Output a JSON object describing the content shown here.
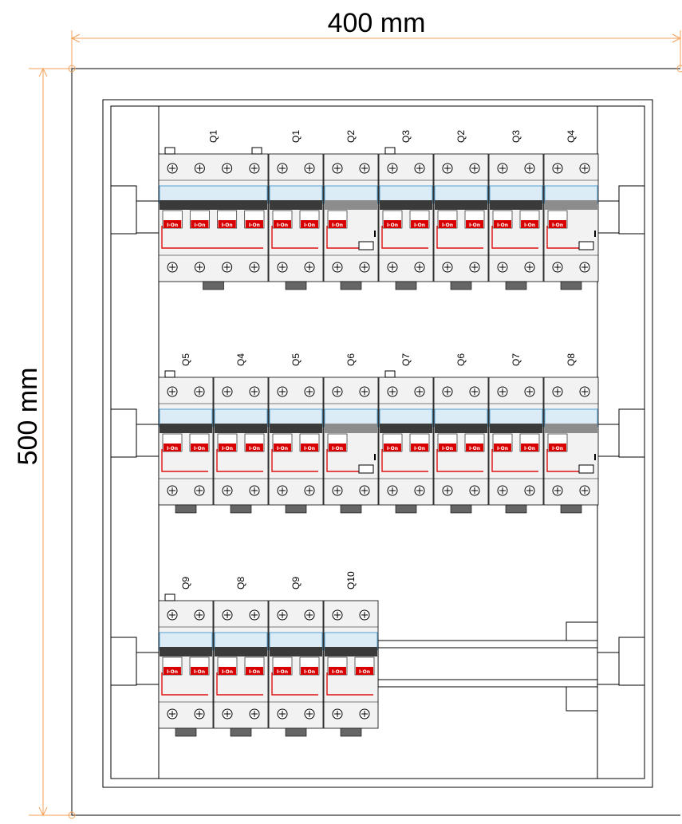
{
  "dimensions": {
    "width_label": "400 mm",
    "height_label": "500 mm"
  },
  "colors": {
    "dimension_line": "#f5a25a",
    "outline": "#000000",
    "breaker_body": "#f2f2f2",
    "breaker_dark": "#3a3a3a",
    "label_strip": "#dcecf6",
    "accent_blue": "#2f8fc8",
    "accent_red": "#e01010",
    "handle_red": "#d80000"
  },
  "breaker_text": "I-On",
  "rows": [
    {
      "modules": [
        {
          "label": "Q1",
          "type": "rcd",
          "poles": 4
        },
        {
          "label": "Q1",
          "type": "mcb2"
        },
        {
          "label": "Q2",
          "type": "rcbo"
        },
        {
          "label": "Q3",
          "type": "rcd",
          "poles": 2
        },
        {
          "label": "Q2",
          "type": "mcb2"
        },
        {
          "label": "Q3",
          "type": "mcb2"
        },
        {
          "label": "Q4",
          "type": "rcbo"
        }
      ]
    },
    {
      "modules": [
        {
          "label": "Q5",
          "type": "rcd",
          "poles": 2
        },
        {
          "label": "Q4",
          "type": "mcb2"
        },
        {
          "label": "Q5",
          "type": "mcb2"
        },
        {
          "label": "Q6",
          "type": "rcbo"
        },
        {
          "label": "Q7",
          "type": "rcd",
          "poles": 2
        },
        {
          "label": "Q6",
          "type": "mcb2"
        },
        {
          "label": "Q7",
          "type": "mcb2"
        },
        {
          "label": "Q8",
          "type": "rcbo"
        }
      ]
    },
    {
      "modules": [
        {
          "label": "Q9",
          "type": "rcd",
          "poles": 2
        },
        {
          "label": "Q8",
          "type": "mcb2"
        },
        {
          "label": "Q9",
          "type": "mcb2"
        },
        {
          "label": "Q10",
          "type": "mcb2"
        }
      ]
    }
  ]
}
